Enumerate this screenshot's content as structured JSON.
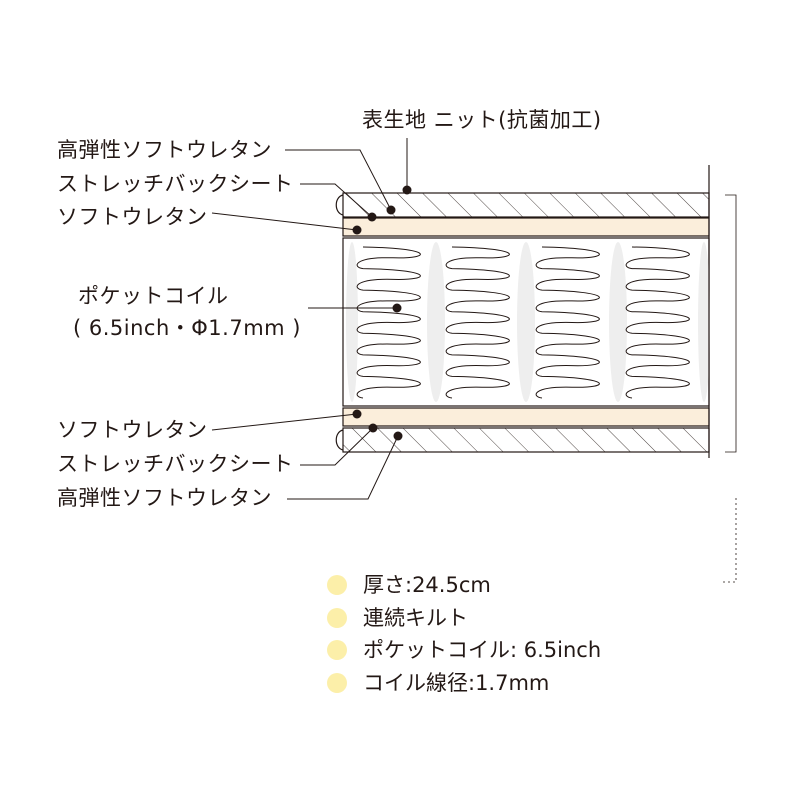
{
  "labels": {
    "cover": "表生地 ニット(抗菌加工)",
    "top_high_resilience": "高弾性ソフトウレタン",
    "top_stretch_sheet": "ストレッチバックシート",
    "top_soft_urethane": "ソフトウレタン",
    "pocket_coil_line1": "ポケットコイル",
    "pocket_coil_line2": "( 6.5inch・Φ1.7mm )",
    "bottom_soft_urethane": "ソフトウレタン",
    "bottom_stretch_sheet": "ストレッチバックシート",
    "bottom_high_resilience": "高弾性ソフトウレタン"
  },
  "specs": [
    "厚さ:24.5cm",
    "連続キルト",
    "ポケットコイル: 6.5inch",
    "コイル線径:1.7mm"
  ],
  "colors": {
    "line": "#231815",
    "soft_urethane_fill": "#fbeedb",
    "coil_column_fill": "#eeeeee",
    "spec_dot": "#fcefa9"
  }
}
